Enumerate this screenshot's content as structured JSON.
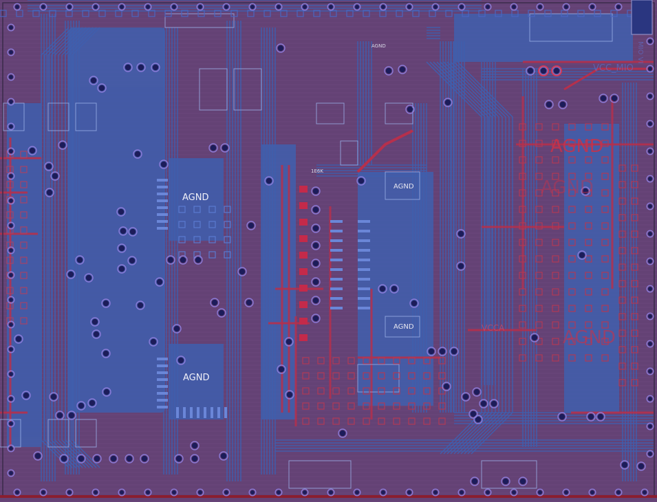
{
  "labels": {
    "agnd_top_center": "AGND",
    "agnd_left_upper": "AGND",
    "agnd_left_lower": "AGND",
    "agnd_center_upper": "AGND",
    "agnd_center_lower": "AGND",
    "agnd_right_large_1": "AGND",
    "agnd_right_large_2": "AGND",
    "agnd_right_large_3": "AGND",
    "net_vcc_right": "VCCA",
    "net_right_top": "VCC_MIO",
    "ic_small_1": "1E6K",
    "top_right_vertical": "MIO VI"
  },
  "colors": {
    "bottom_layer": "#3f5fae",
    "top_layer": "#b6304c",
    "board_background": "#5a3a6e",
    "via_fill": "#1c1c5a",
    "via_ring": "#8a7ad8",
    "pad": "#c42a4a",
    "copper_pour": "#70497c"
  }
}
